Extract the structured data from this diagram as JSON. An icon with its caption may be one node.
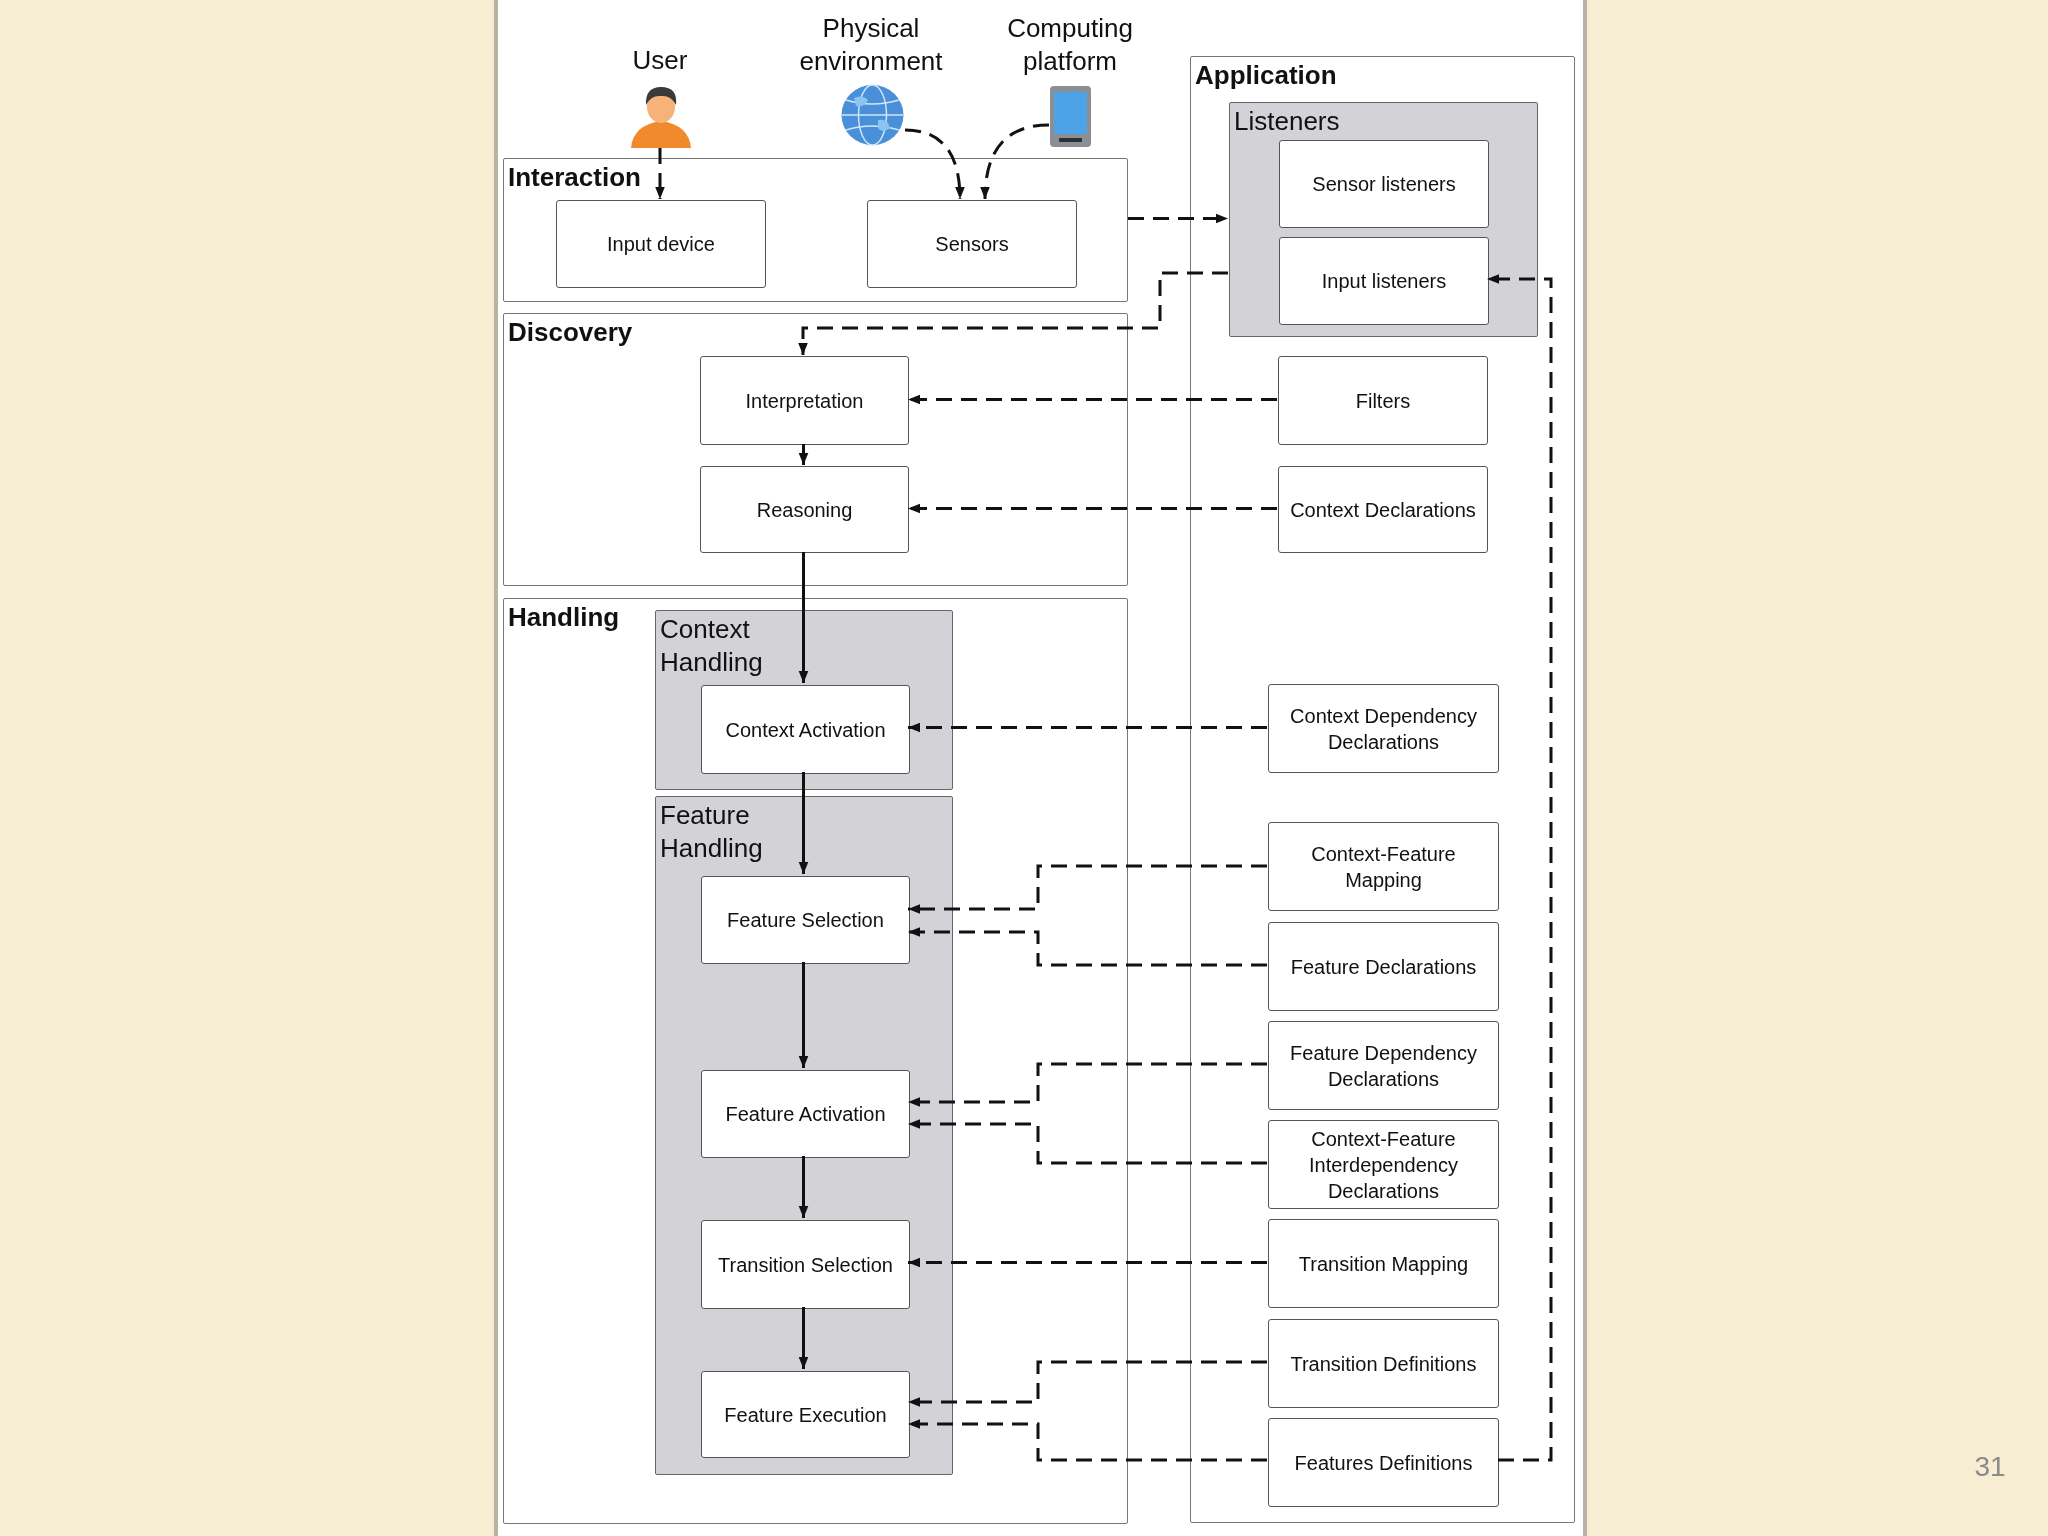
{
  "diagram": {
    "nodes": [
      {
        "text": [],
        "shape": "person",
        "beside": [
          "User"
        ]
      },
      {
        "text": [],
        "shape": "globe",
        "beside": [
          "Physical environment"
        ]
      },
      {
        "text": [],
        "shape": "tablet",
        "beside": [
          "Computing platform"
        ]
      },
      {
        "text": [
          "Interaction"
        ]
      },
      {
        "text": [
          "Input device"
        ],
        "in": 3
      },
      {
        "text": [
          "Sensors"
        ],
        "in": 3
      },
      {
        "text": [
          "Discovery"
        ]
      },
      {
        "text": [
          "Interpretation"
        ],
        "in": 6
      },
      {
        "text": [
          "Reasoning"
        ],
        "in": 6
      },
      {
        "text": [
          "Handling"
        ]
      },
      {
        "text": [
          "Context Handling"
        ],
        "in": 9
      },
      {
        "text": [
          "Context Activation"
        ],
        "in": 10
      },
      {
        "text": [
          "Feature Handling"
        ],
        "in": 9
      },
      {
        "text": [
          "Feature Selection"
        ],
        "in": 12
      },
      {
        "text": [
          "Feature Activation"
        ],
        "in": 12
      },
      {
        "text": [
          "Transition Selection"
        ],
        "in": 12
      },
      {
        "text": [
          "Feature Execution"
        ],
        "in": 12
      },
      {
        "text": [
          "Application"
        ]
      },
      {
        "text": [
          "Listeners"
        ],
        "in": 17
      },
      {
        "text": [
          "Sensor listeners"
        ],
        "in": 18
      },
      {
        "text": [
          "Input listeners"
        ],
        "in": 18
      },
      {
        "text": [
          "Filters"
        ],
        "in": 17
      },
      {
        "text": [
          "Context Declarations"
        ],
        "in": 17
      },
      {
        "text": [
          "Context Dependency Declarations"
        ],
        "in": 17
      },
      {
        "text": [
          "Context-Feature Mapping"
        ],
        "in": 17
      },
      {
        "text": [
          "Feature Declarations"
        ],
        "in": 17
      },
      {
        "text": [
          "Feature Dependency Declarations"
        ],
        "in": 17
      },
      {
        "text": [
          "Context-Feature Interdependency Declarations"
        ],
        "in": 17
      },
      {
        "text": [
          "Transition Mapping"
        ],
        "in": 17
      },
      {
        "text": [
          "Transition Definitions"
        ],
        "in": 17
      },
      {
        "text": [
          "Features Definitions"
        ],
        "in": 17
      }
    ],
    "edges": [
      {
        "from": 0,
        "to": 4,
        "arrow": "to",
        "style": "dashed"
      },
      {
        "from": 1,
        "to": 5,
        "arrow": "to",
        "style": "dashed"
      },
      {
        "from": 2,
        "to": 5,
        "arrow": "to",
        "style": "dashed"
      },
      {
        "from": 3,
        "to": 18,
        "arrow": "to",
        "style": "dashed"
      },
      {
        "from": 18,
        "to": 7,
        "arrow": "to",
        "style": "dashed"
      },
      {
        "from": 21,
        "to": 7,
        "arrow": "to",
        "style": "dashed"
      },
      {
        "from": 22,
        "to": 8,
        "arrow": "to",
        "style": "dashed"
      },
      {
        "from": 7,
        "to": 8,
        "arrow": "to"
      },
      {
        "from": 8,
        "to": 11,
        "arrow": "to"
      },
      {
        "from": 11,
        "to": 13,
        "arrow": "to"
      },
      {
        "from": 13,
        "to": 14,
        "arrow": "to"
      },
      {
        "from": 14,
        "to": 15,
        "arrow": "to"
      },
      {
        "from": 15,
        "to": 16,
        "arrow": "to"
      },
      {
        "from": 23,
        "to": 11,
        "arrow": "to",
        "style": "dashed"
      },
      {
        "from": 24,
        "to": 13,
        "arrow": "to",
        "style": "dashed"
      },
      {
        "from": 25,
        "to": 13,
        "arrow": "to",
        "style": "dashed"
      },
      {
        "from": 26,
        "to": 14,
        "arrow": "to",
        "style": "dashed"
      },
      {
        "from": 27,
        "to": 14,
        "arrow": "to",
        "style": "dashed"
      },
      {
        "from": 28,
        "to": 15,
        "arrow": "to",
        "style": "dashed"
      },
      {
        "from": 29,
        "to": 16,
        "arrow": "to",
        "style": "dashed"
      },
      {
        "from": 30,
        "to": 16,
        "arrow": "to",
        "style": "dashed"
      },
      {
        "from": 30,
        "to": 20,
        "arrow": "to",
        "style": "dashed"
      }
    ],
    "labels": [
      "31"
    ]
  }
}
